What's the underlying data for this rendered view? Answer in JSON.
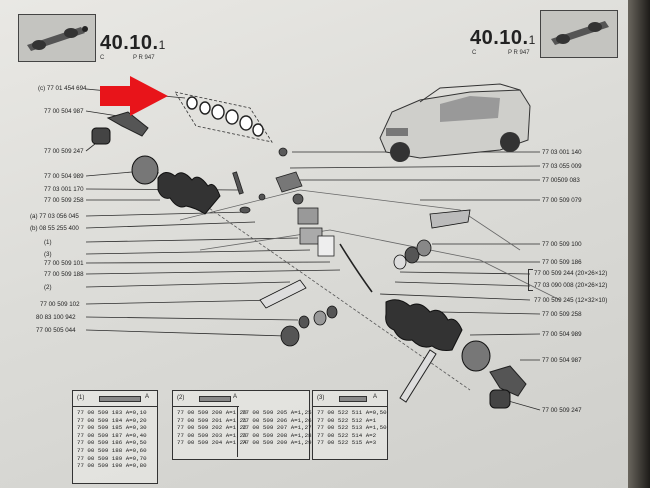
{
  "header": {
    "left_code": "40.10.",
    "left_code_sub": "1",
    "left_letter": "C",
    "left_ref": "P R 947",
    "right_code": "40.10.",
    "right_code_sub": "1",
    "right_letter": "C",
    "right_ref": "P R 947"
  },
  "left_labels": [
    "(c) 77 01 454 694",
    "77 00 504 987",
    "77 00 509 247",
    "77 00 504 989",
    "77 03 001 170",
    "77 00 509 258",
    "(a) 77 03 056 045",
    "(b) 08 55 255 400",
    "(1)",
    "(3)",
    "77 00 509 101",
    "77 00 509 188",
    "(2)",
    "77 00 509 102",
    "80 83 100 942",
    "77 00 505 044"
  ],
  "right_labels": [
    "77 03 001 140",
    "77 03 055 009",
    "77 00509 083",
    "77 00 509 079",
    "77 00 509 100",
    "77 00 509 186",
    "77 00 509 244 (20×26×12)",
    "77 03 090 008 (20×26×12)",
    "77 00 509 245 (12×32×10)",
    "77 00 509 258",
    "77 00 504 989",
    "77 00 504 987",
    "77 00 509 247"
  ],
  "tables": [
    {
      "index": "(1)",
      "axis": "A",
      "rows": [
        "77 00 509 183 A=0,10",
        "77 00 509 184 A=0,20",
        "77 00 509 185 A=0,30",
        "77 00 509 187 A=0,40",
        "77 00 509 186 A=0,50",
        "77 00 509 188 A=0,60",
        "77 00 509 189 A=0,70",
        "77 00 509 190 A=0,80"
      ]
    },
    {
      "index": "(2)",
      "axis": "A",
      "rows": [
        "77 00 509 200 A=1,20",
        "77 00 509 201 A=1,21",
        "77 00 509 202 A=1,22",
        "77 00 509 203 A=1,23",
        "77 00 509 204 A=1,24"
      ]
    },
    {
      "index": "",
      "axis": "",
      "rows": [
        "77 00 509 205 A=1,25",
        "77 00 509 206 A=1,26",
        "77 00 509 207 A=1,27",
        "77 00 509 208 A=1,28",
        "77 00 509 209 A=1,29"
      ]
    },
    {
      "index": "(3)",
      "axis": "A",
      "rows": [
        "77 00 522 511 A=0,50",
        "77 00 522 512 A=1",
        "77 00 522 513 A=1,50",
        "77 00 522 514 A=2",
        "77 00 522 515 A=3"
      ]
    }
  ],
  "colors": {
    "arrow": "#e8141a",
    "ink": "#2b2b2b",
    "paper": "#e2e2de"
  }
}
